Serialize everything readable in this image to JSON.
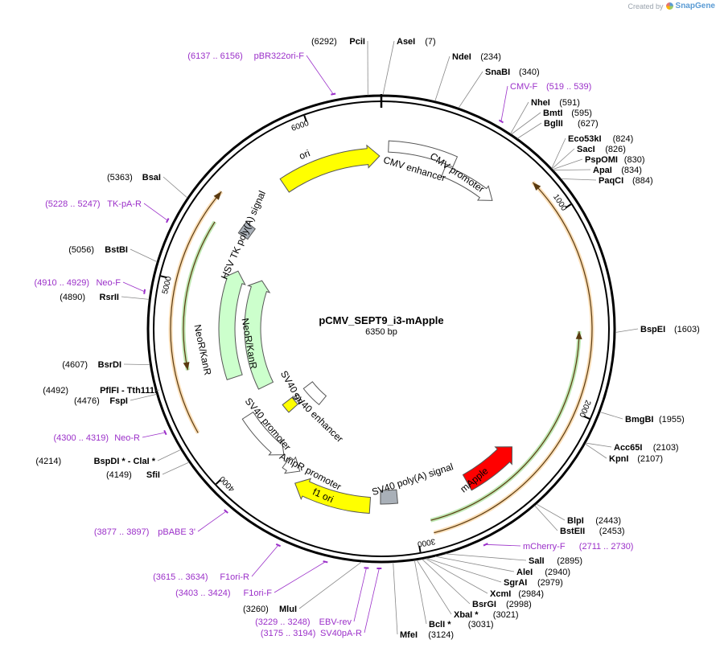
{
  "watermark": {
    "created_by": "Created by",
    "brand": "SnapGene"
  },
  "plasmid": {
    "name": "pCMV_SEPT9_i3-mApple",
    "size_label": "6350 bp",
    "length": 6350
  },
  "ticks": [
    {
      "pos": 1000,
      "label": "1000"
    },
    {
      "pos": 2000,
      "label": "2000"
    },
    {
      "pos": 3000,
      "label": "3000"
    },
    {
      "pos": 4000,
      "label": "4000"
    },
    {
      "pos": 5000,
      "label": "5000"
    },
    {
      "pos": 6000,
      "label": "6000"
    }
  ],
  "enzymes": [
    {
      "name": "PciI",
      "pos": 6292,
      "pos_label": "(6292)"
    },
    {
      "name": "AseI",
      "pos": 7,
      "pos_label": "(7)"
    },
    {
      "name": "NdeI",
      "pos": 234,
      "pos_label": "(234)"
    },
    {
      "name": "SnaBI",
      "pos": 340,
      "pos_label": "(340)"
    },
    {
      "name": "NheI",
      "pos": 591,
      "pos_label": "(591)"
    },
    {
      "name": "BmtI",
      "pos": 595,
      "pos_label": "(595)"
    },
    {
      "name": "BglII",
      "pos": 627,
      "pos_label": "(627)"
    },
    {
      "name": "Eco53kI",
      "pos": 824,
      "pos_label": "(824)"
    },
    {
      "name": "SacI",
      "pos": 826,
      "pos_label": "(826)"
    },
    {
      "name": "PspOMI",
      "pos": 830,
      "pos_label": "(830)"
    },
    {
      "name": "ApaI",
      "pos": 834,
      "pos_label": "(834)"
    },
    {
      "name": "PaqCI",
      "pos": 884,
      "pos_label": "(884)"
    },
    {
      "name": "BspEI",
      "pos": 1603,
      "pos_label": "(1603)"
    },
    {
      "name": "BmgBI",
      "pos": 1955,
      "pos_label": "(1955)"
    },
    {
      "name": "Acc65I",
      "pos": 2103,
      "pos_label": "(2103)"
    },
    {
      "name": "KpnI",
      "pos": 2107,
      "pos_label": "(2107)"
    },
    {
      "name": "BlpI",
      "pos": 2443,
      "pos_label": "(2443)"
    },
    {
      "name": "BstEII",
      "pos": 2453,
      "pos_label": "(2453)"
    },
    {
      "name": "SalI",
      "pos": 2895,
      "pos_label": "(2895)"
    },
    {
      "name": "AleI",
      "pos": 2940,
      "pos_label": "(2940)"
    },
    {
      "name": "SgrAI",
      "pos": 2979,
      "pos_label": "(2979)"
    },
    {
      "name": "XcmI",
      "pos": 2984,
      "pos_label": "(2984)"
    },
    {
      "name": "BsrGI",
      "pos": 2998,
      "pos_label": "(2998)"
    },
    {
      "name": "XbaI *",
      "pos": 3021,
      "pos_label": "(3021)"
    },
    {
      "name": "BclI *",
      "pos": 3031,
      "pos_label": "(3031)"
    },
    {
      "name": "MfeI",
      "pos": 3124,
      "pos_label": "(3124)"
    },
    {
      "name": "MluI",
      "pos": 3260,
      "pos_label": "(3260)"
    },
    {
      "name": "SfiI",
      "pos": 4149,
      "pos_label": "(4149)"
    },
    {
      "name": "BspDI * - ClaI *",
      "pos": 4214,
      "pos_label": "(4214)"
    },
    {
      "name": "FspI",
      "pos": 4476,
      "pos_label": "(4476)"
    },
    {
      "name": "PflFI - Tth111I",
      "pos": 4492,
      "pos_label": "(4492)"
    },
    {
      "name": "BsrDI",
      "pos": 4607,
      "pos_label": "(4607)"
    },
    {
      "name": "RsrII",
      "pos": 4890,
      "pos_label": "(4890)"
    },
    {
      "name": "BstBI",
      "pos": 5056,
      "pos_label": "(5056)"
    },
    {
      "name": "BsaI",
      "pos": 5363,
      "pos_label": "(5363)"
    }
  ],
  "primers": [
    {
      "name": "pBR322ori-F",
      "range": "(6137 .. 6156)",
      "pos": 6146
    },
    {
      "name": "CMV-F",
      "range": "(519 .. 539)",
      "pos": 529
    },
    {
      "name": "mCherry-F",
      "range": "(2711 .. 2730)",
      "pos": 2720
    },
    {
      "name": "SV40pA-R",
      "range": "(3175 .. 3194)",
      "pos": 3184
    },
    {
      "name": "EBV-rev",
      "range": "(3229 .. 3248)",
      "pos": 3238
    },
    {
      "name": "F1ori-F",
      "range": "(3403 .. 3424)",
      "pos": 3413
    },
    {
      "name": "F1ori-R",
      "range": "(3615 .. 3634)",
      "pos": 3624
    },
    {
      "name": "pBABE 3'",
      "range": "(3877 .. 3897)",
      "pos": 3887
    },
    {
      "name": "Neo-R",
      "range": "(4300 .. 4319)",
      "pos": 4310
    },
    {
      "name": "Neo-F",
      "range": "(4910 .. 4929)",
      "pos": 4920
    },
    {
      "name": "TK-pA-R",
      "range": "(5228 .. 5247)",
      "pos": 5237
    }
  ],
  "features": [
    {
      "name": "ori"
    },
    {
      "name": "CMV enhancer"
    },
    {
      "name": "CMV promoter"
    },
    {
      "name": "mApple"
    },
    {
      "name": "SV40 poly(A) signal"
    },
    {
      "name": "f1 ori"
    },
    {
      "name": "AmpR promoter"
    },
    {
      "name": "SV40 promoter"
    },
    {
      "name": "SV40 ori"
    },
    {
      "name": "SV40 enhancer"
    },
    {
      "name": "NeoR/KanR"
    },
    {
      "name": "NeoR/KanR"
    },
    {
      "name": "HSV TK poly(A) signal"
    }
  ],
  "colors": {
    "backbone": "#000000",
    "ori": "#ffff00",
    "promoter": "#ffffff",
    "mApple": "#ff0000",
    "neo": "#ccffcc",
    "terminator": "#a9b0b8",
    "orf_orange": "#f0a030",
    "orf_green": "#44bb22",
    "primer": "#9b30c9"
  }
}
